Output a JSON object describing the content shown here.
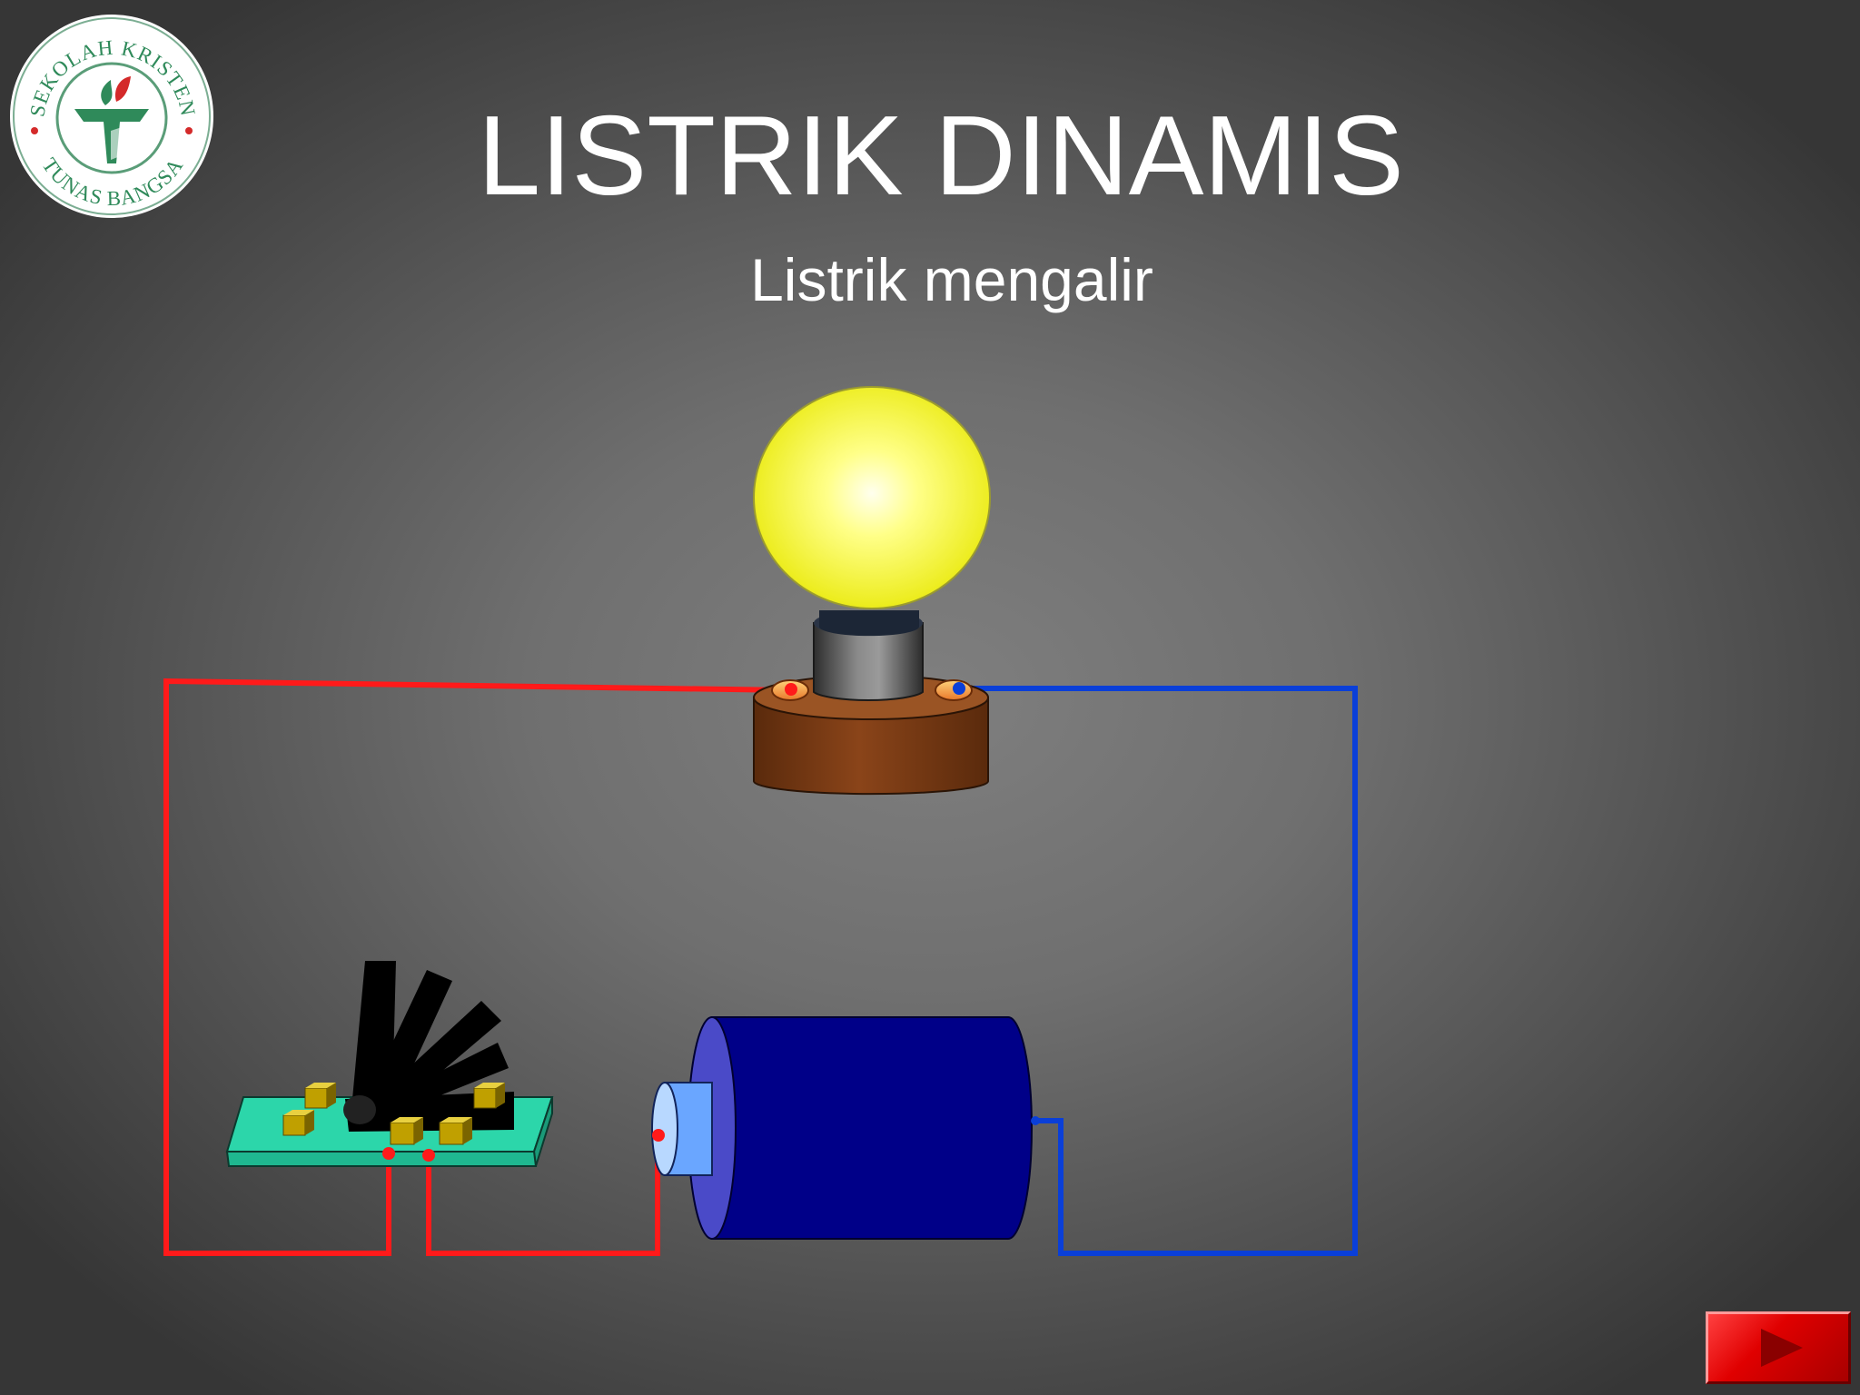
{
  "slide": {
    "title": "LISTRIK DINAMIS",
    "subtitle": "Listrik mengalir"
  },
  "logo": {
    "text_top": "SEKOLAH KRISTEN",
    "text_bottom": "TUNAS BANGSA",
    "ring_color": "#2f8a5a",
    "accent_color": "#d42a2a"
  },
  "diagram": {
    "components": [
      "light-bulb",
      "switch",
      "battery"
    ],
    "wire_colors": {
      "positive": "#ff1a1a",
      "negative": "#0a3fd8"
    },
    "bulb_color": "#ffff44",
    "battery_color": "#000088",
    "switch_base_color": "#33ddb0"
  },
  "navigation": {
    "next_icon": "play-triangle-icon",
    "button_color": "#e00000"
  }
}
